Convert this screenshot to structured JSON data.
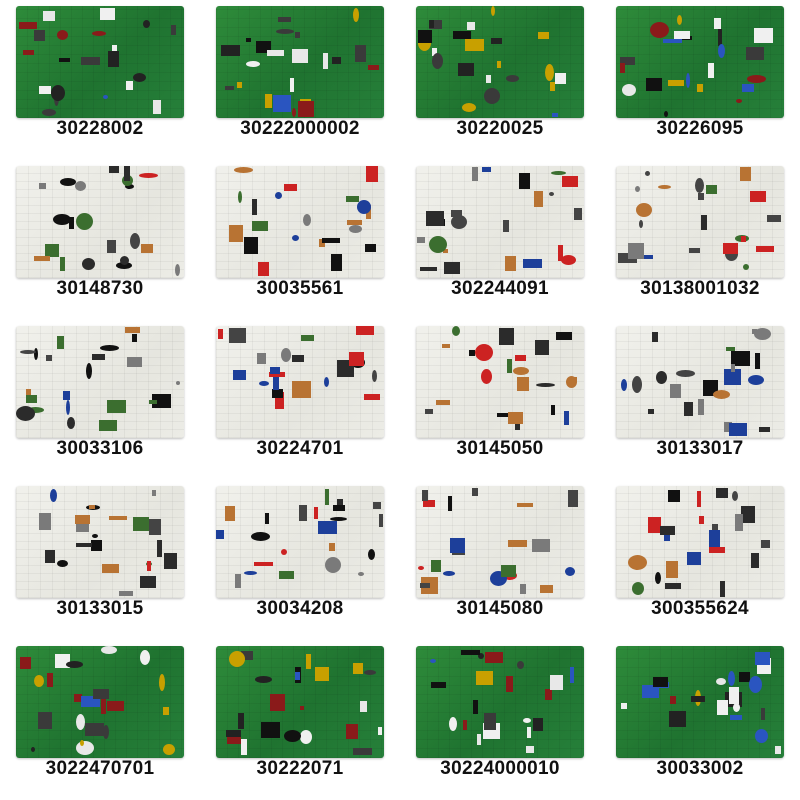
{
  "boards": [
    {
      "label": "30228002",
      "color": "green"
    },
    {
      "label": "30222000002",
      "color": "green"
    },
    {
      "label": "30220025",
      "color": "green"
    },
    {
      "label": "30226095",
      "color": "green"
    },
    {
      "label": "30148730",
      "color": "white"
    },
    {
      "label": "30035561",
      "color": "white"
    },
    {
      "label": "302244091",
      "color": "white"
    },
    {
      "label": "30138001032",
      "color": "white"
    },
    {
      "label": "30033106",
      "color": "white"
    },
    {
      "label": "30224701",
      "color": "white"
    },
    {
      "label": "30145050",
      "color": "white"
    },
    {
      "label": "30133017",
      "color": "white"
    },
    {
      "label": "30133015",
      "color": "white"
    },
    {
      "label": "30034208",
      "color": "white"
    },
    {
      "label": "30145080",
      "color": "white"
    },
    {
      "label": "300355624",
      "color": "white"
    },
    {
      "label": "3022470701",
      "color": "green"
    },
    {
      "label": "30222071",
      "color": "green"
    },
    {
      "label": "30224000010",
      "color": "green"
    },
    {
      "label": "30033002",
      "color": "green"
    }
  ],
  "colors": {
    "pcb_green": "#26803a",
    "pcb_white": "#ecece6",
    "label_text": "#111111"
  }
}
